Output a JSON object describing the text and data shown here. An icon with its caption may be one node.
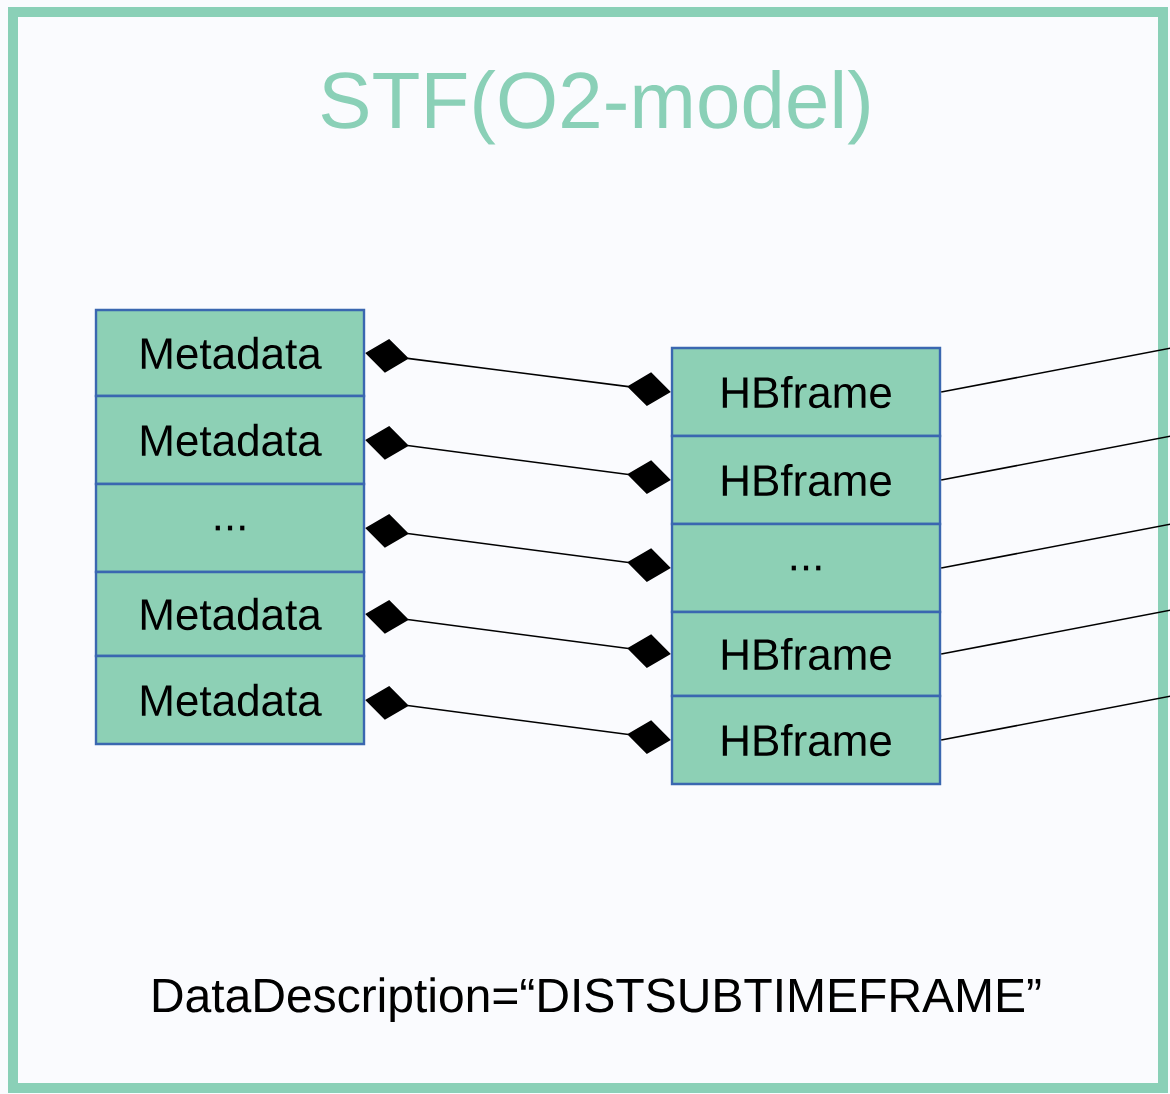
{
  "diagram": {
    "nodes": [
      {
        "text": [
          "STF(O2-model)",
          "DataDescription=“DISTSUBTIMEFRAME”"
        ]
      },
      {
        "text": [
          "Metadata"
        ],
        "in": 0
      },
      {
        "text": [
          "Metadata"
        ],
        "in": 0
      },
      {
        "text": [
          "..."
        ],
        "in": 0
      },
      {
        "text": [
          "Metadata"
        ],
        "in": 0
      },
      {
        "text": [
          "Metadata"
        ],
        "in": 0
      },
      {
        "text": [
          "HBframe"
        ],
        "in": 0
      },
      {
        "text": [
          "HBframe"
        ],
        "in": 0
      },
      {
        "text": [
          "..."
        ],
        "in": 0
      },
      {
        "text": [
          "HBframe"
        ],
        "in": 0
      },
      {
        "text": [
          "HBframe"
        ],
        "in": 0
      }
    ],
    "edges": [
      {
        "from": 1,
        "to": 6,
        "arrow": "other"
      },
      {
        "from": 2,
        "to": 7,
        "arrow": "other"
      },
      {
        "from": 3,
        "to": 8,
        "arrow": "other"
      },
      {
        "from": 4,
        "to": 9,
        "arrow": "other"
      },
      {
        "from": 5,
        "to": 10,
        "arrow": "other"
      },
      {
        "from": 6,
        "to": null,
        "arrow": "none"
      },
      {
        "from": 7,
        "to": null,
        "arrow": "none"
      },
      {
        "from": 8,
        "to": null,
        "arrow": "none"
      },
      {
        "from": 9,
        "to": null,
        "arrow": "none"
      },
      {
        "from": 10,
        "to": null,
        "arrow": "none"
      }
    ]
  }
}
